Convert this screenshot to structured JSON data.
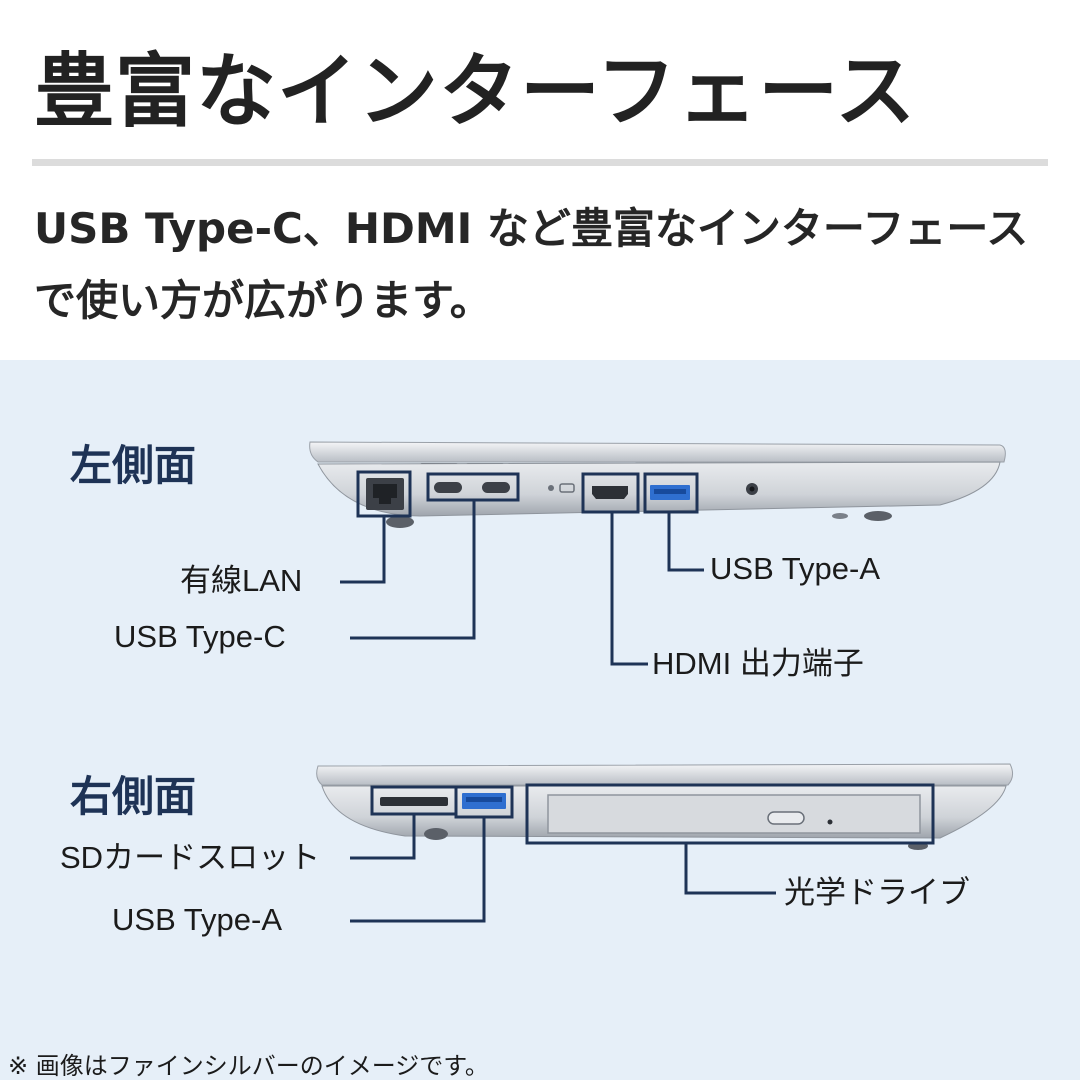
{
  "header": {
    "title": "豊富なインターフェース",
    "subtitle_line1": "USB Type-C、HDMI など豊富なインターフェース",
    "subtitle_line2": "で使い方が広がります。"
  },
  "left_side": {
    "heading": "左側面",
    "ports": {
      "lan": "有線LAN",
      "usb_c": "USB Type-C",
      "usb_a": "USB Type-A",
      "hdmi": "HDMI 出力端子"
    }
  },
  "right_side": {
    "heading": "右側面",
    "ports": {
      "sd": "SDカードスロット",
      "usb_a": "USB Type-A",
      "optical": "光学ドライブ"
    }
  },
  "footnote": "※ 画像はファインシルバーのイメージです。",
  "colors": {
    "panel_bg": "#e6eff8",
    "accent_navy": "#1e3356",
    "laptop_silver": "#c9cdd3"
  },
  "icons": {
    "lan_port": "ethernet-port-icon",
    "usb_c_port": "usb-c-port-icon",
    "hdmi_port": "hdmi-port-icon",
    "usb_a_port": "usb-a-port-icon",
    "audio_jack": "audio-jack-icon",
    "sd_slot": "sd-card-slot-icon",
    "optical_drive": "optical-drive-icon"
  }
}
